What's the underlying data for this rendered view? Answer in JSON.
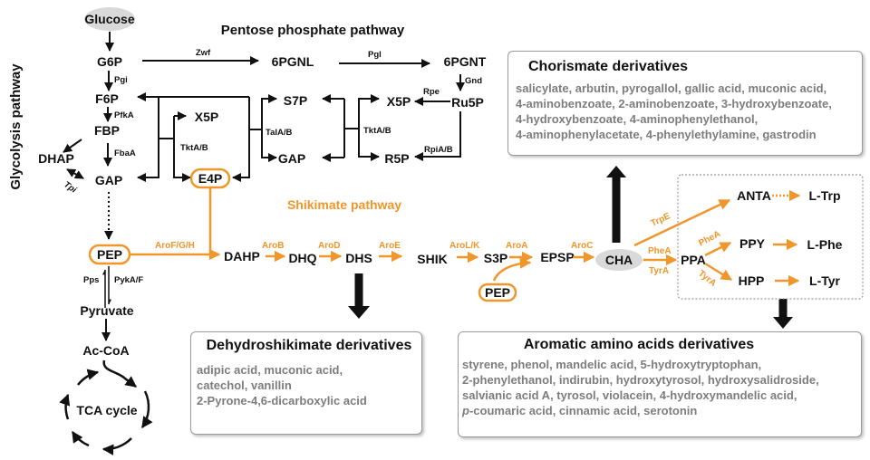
{
  "titles": {
    "glycolysis": "Glycolysis pathway",
    "pentose": "Pentose phosphate pathway",
    "shikimate": "Shikimate pathway"
  },
  "colors": {
    "shikimate": "#f0962a",
    "text": "#111111",
    "product_text": "#7d7d7d",
    "highlight_fill": "#d9d9d9"
  },
  "metabolites": {
    "glucose": "Glucose",
    "g6p": "G6P",
    "f6p": "F6P",
    "fbp": "FBP",
    "dhap": "DHAP",
    "gap": "GAP",
    "pep": "PEP",
    "pyruvate": "Pyruvate",
    "accoa": "Ac-CoA",
    "tca": "TCA cycle",
    "pgnl": "6PGNL",
    "pgnt": "6PGNT",
    "ru5p": "Ru5P",
    "x5p_right": "X5P",
    "r5p": "R5P",
    "s7p": "S7P",
    "gap_mid": "GAP",
    "x5p_left": "X5P",
    "e4p": "E4P",
    "dahp": "DAHP",
    "dhq": "DHQ",
    "dhs": "DHS",
    "shik": "SHIK",
    "s3p": "S3P",
    "epsp": "EPSP",
    "pep2": "PEP",
    "cha": "CHA",
    "ppa": "PPA",
    "anta": "ANTA",
    "ppy": "PPY",
    "hpp": "HPP",
    "ltrp": "L-Trp",
    "lphe": "L-Phe",
    "ltyr": "L-Tyr"
  },
  "enzymes": {
    "pgi": "Pgi",
    "pfka": "PfkA",
    "fbaa": "FbaA",
    "tpi": "Tpi",
    "pps": "Pps",
    "pykaf": "PykA/F",
    "zwf": "Zwf",
    "pgl": "Pgl",
    "gnd": "Gnd",
    "rpe": "Rpe",
    "rpiab": "RpiA/B",
    "tkt_right": "TktA/B",
    "tala": "TalA/B",
    "tkt_left": "TktA/B",
    "arofgh": "AroF/G/H",
    "arob": "AroB",
    "arod": "AroD",
    "aroe": "AroE",
    "arolk": "AroL/K",
    "aroa": "AroA",
    "aroc": "AroC",
    "trpe": "TrpE",
    "phea1": "PheA",
    "tyra1": "TyrA",
    "phea2": "PheA",
    "tyra2": "TyrA"
  },
  "boxes": {
    "chorismate": {
      "title": "Chorismate derivatives",
      "lines": [
        "salicylate, arbutin, pyrogallol, gallic acid, muconic acid,",
        "4-aminobenzoate, 2-aminobenzoate, 3-hydroxybenzoate,",
        "4-hydroxybenzoate, 4-aminophenylethanol,",
        "4-aminophenylacetate, 4-phenylethylamine, gastrodin"
      ]
    },
    "dehydroshikimate": {
      "title": "Dehydroshikimate derivatives",
      "lines": [
        "adipic acid, muconic acid,",
        "catechol, vanillin",
        "2-Pyrone-4,6-dicarboxylic acid"
      ]
    },
    "aromatic": {
      "title": "Aromatic amino acids derivatives",
      "lines": [
        "styrene, phenol, mandelic acid, 5-hydroxytryptophan,",
        "2-phenylethanol, indirubin, hydroxytyrosol, hydroxysalidroside,",
        "salvianic acid A, tyrosol, violacein, 4-hydroxymandelic acid,",
        "p-coumaric acid,  cinnamic acid, serotonin"
      ]
    }
  }
}
